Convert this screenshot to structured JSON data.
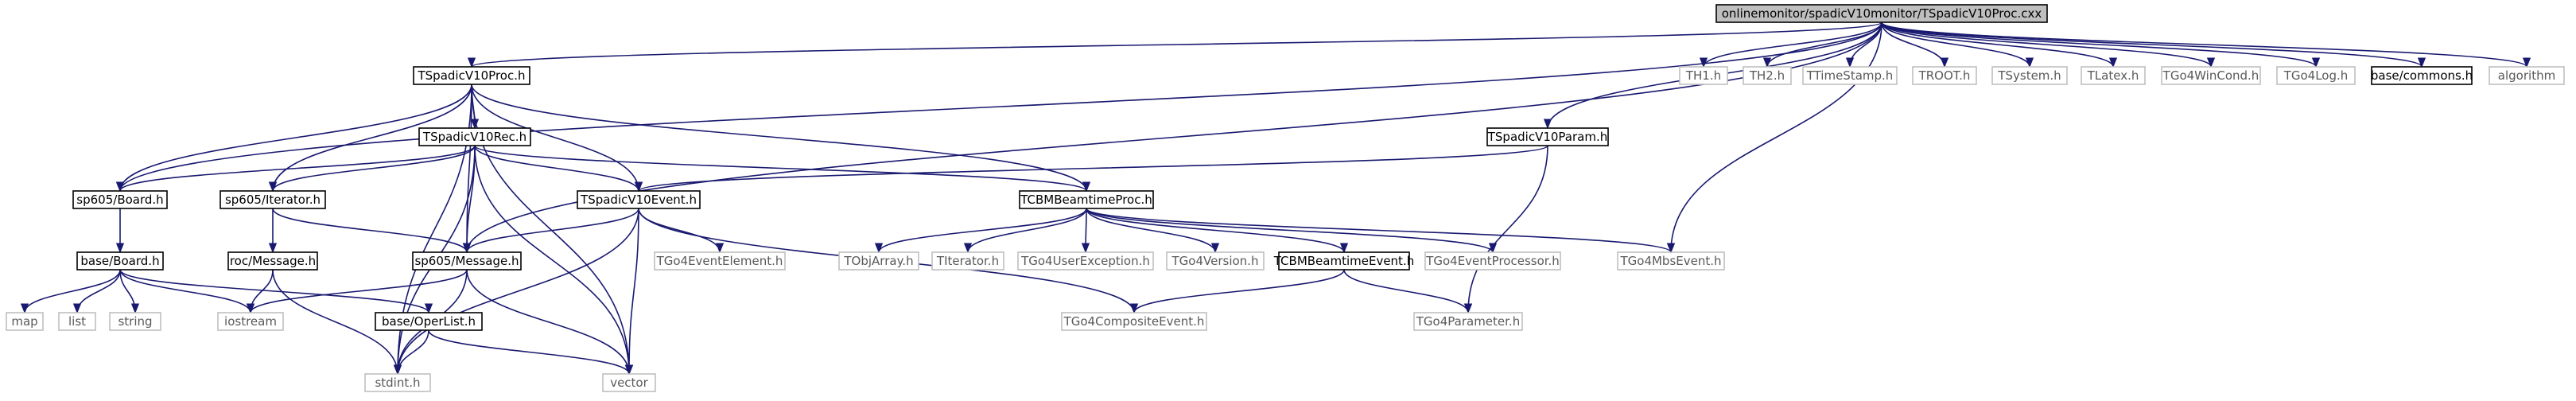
{
  "diagram": {
    "colors": {
      "edge": "#191970",
      "root_fill": "#bfbfbf",
      "node_border_strong": "#000000",
      "node_border_weak": "#bfbfbf",
      "text_strong": "#000000",
      "text_weak": "#595959"
    },
    "nodes": [
      {
        "id": "root",
        "label": "onlinemonitor/spadicV10monitor/TSpadicV10Proc.cxx",
        "style": "root"
      },
      {
        "id": "proc_h",
        "label": "TSpadicV10Proc.h",
        "style": "strong"
      },
      {
        "id": "th1",
        "label": "TH1.h",
        "style": "weak"
      },
      {
        "id": "th2",
        "label": "TH2.h",
        "style": "weak"
      },
      {
        "id": "ttimestamp",
        "label": "TTimeStamp.h",
        "style": "weak"
      },
      {
        "id": "troot",
        "label": "TROOT.h",
        "style": "weak"
      },
      {
        "id": "tsystem",
        "label": "TSystem.h",
        "style": "weak"
      },
      {
        "id": "tlatex",
        "label": "TLatex.h",
        "style": "weak"
      },
      {
        "id": "tgo4wincond",
        "label": "TGo4WinCond.h",
        "style": "weak"
      },
      {
        "id": "tgo4log",
        "label": "TGo4Log.h",
        "style": "weak"
      },
      {
        "id": "commons",
        "label": "base/commons.h",
        "style": "strong"
      },
      {
        "id": "algorithm",
        "label": "algorithm",
        "style": "weak"
      },
      {
        "id": "rec_h",
        "label": "TSpadicV10Rec.h",
        "style": "strong"
      },
      {
        "id": "param_h",
        "label": "TSpadicV10Param.h",
        "style": "strong"
      },
      {
        "id": "board_sp",
        "label": "sp605/Board.h",
        "style": "strong"
      },
      {
        "id": "iter_sp",
        "label": "sp605/Iterator.h",
        "style": "strong"
      },
      {
        "id": "event_h",
        "label": "TSpadicV10Event.h",
        "style": "strong"
      },
      {
        "id": "cbm_proc",
        "label": "TCBMBeamtimeProc.h",
        "style": "strong"
      },
      {
        "id": "base_board",
        "label": "base/Board.h",
        "style": "strong"
      },
      {
        "id": "roc_msg",
        "label": "roc/Message.h",
        "style": "strong"
      },
      {
        "id": "sp_msg",
        "label": "sp605/Message.h",
        "style": "strong"
      },
      {
        "id": "tgo4evtel",
        "label": "TGo4EventElement.h",
        "style": "weak"
      },
      {
        "id": "tobjarray",
        "label": "TObjArray.h",
        "style": "weak"
      },
      {
        "id": "titerator",
        "label": "TIterator.h",
        "style": "weak"
      },
      {
        "id": "tgo4userexc",
        "label": "TGo4UserException.h",
        "style": "weak"
      },
      {
        "id": "tgo4version",
        "label": "TGo4Version.h",
        "style": "weak"
      },
      {
        "id": "cbm_event",
        "label": "TCBMBeamtimeEvent.h",
        "style": "strong"
      },
      {
        "id": "tgo4evproc",
        "label": "TGo4EventProcessor.h",
        "style": "weak"
      },
      {
        "id": "tgo4mbs",
        "label": "TGo4MbsEvent.h",
        "style": "weak"
      },
      {
        "id": "map",
        "label": "map",
        "style": "weak"
      },
      {
        "id": "list",
        "label": "list",
        "style": "weak"
      },
      {
        "id": "string",
        "label": "string",
        "style": "weak"
      },
      {
        "id": "iostream",
        "label": "iostream",
        "style": "weak"
      },
      {
        "id": "operlist",
        "label": "base/OperList.h",
        "style": "strong"
      },
      {
        "id": "tgo4composite",
        "label": "TGo4CompositeEvent.h",
        "style": "weak"
      },
      {
        "id": "tgo4param",
        "label": "TGo4Parameter.h",
        "style": "weak"
      },
      {
        "id": "stdint",
        "label": "stdint.h",
        "style": "weak"
      },
      {
        "id": "vector",
        "label": "vector",
        "style": "weak"
      }
    ],
    "edges": [
      [
        "root",
        "proc_h"
      ],
      [
        "root",
        "th1"
      ],
      [
        "root",
        "th2"
      ],
      [
        "root",
        "ttimestamp"
      ],
      [
        "root",
        "troot"
      ],
      [
        "root",
        "tsystem"
      ],
      [
        "root",
        "tlatex"
      ],
      [
        "root",
        "tgo4wincond"
      ],
      [
        "root",
        "tgo4log"
      ],
      [
        "root",
        "commons"
      ],
      [
        "root",
        "algorithm"
      ],
      [
        "root",
        "param_h"
      ],
      [
        "root",
        "tgo4mbs"
      ],
      [
        "root",
        "board_sp"
      ],
      [
        "root",
        "sp_msg"
      ],
      [
        "proc_h",
        "rec_h"
      ],
      [
        "proc_h",
        "board_sp"
      ],
      [
        "proc_h",
        "iter_sp"
      ],
      [
        "proc_h",
        "sp_msg"
      ],
      [
        "proc_h",
        "event_h"
      ],
      [
        "proc_h",
        "cbm_proc"
      ],
      [
        "proc_h",
        "stdint"
      ],
      [
        "proc_h",
        "vector"
      ],
      [
        "rec_h",
        "board_sp"
      ],
      [
        "rec_h",
        "iter_sp"
      ],
      [
        "rec_h",
        "sp_msg"
      ],
      [
        "rec_h",
        "event_h"
      ],
      [
        "rec_h",
        "cbm_proc"
      ],
      [
        "rec_h",
        "stdint"
      ],
      [
        "rec_h",
        "vector"
      ],
      [
        "param_h",
        "event_h"
      ],
      [
        "param_h",
        "tgo4param"
      ],
      [
        "board_sp",
        "base_board"
      ],
      [
        "base_board",
        "map"
      ],
      [
        "base_board",
        "list"
      ],
      [
        "base_board",
        "string"
      ],
      [
        "base_board",
        "iostream"
      ],
      [
        "base_board",
        "operlist"
      ],
      [
        "iter_sp",
        "roc_msg"
      ],
      [
        "iter_sp",
        "sp_msg"
      ],
      [
        "roc_msg",
        "iostream"
      ],
      [
        "roc_msg",
        "stdint"
      ],
      [
        "sp_msg",
        "iostream"
      ],
      [
        "sp_msg",
        "stdint"
      ],
      [
        "sp_msg",
        "vector"
      ],
      [
        "event_h",
        "sp_msg"
      ],
      [
        "event_h",
        "tgo4evtel"
      ],
      [
        "event_h",
        "tgo4composite"
      ],
      [
        "event_h",
        "stdint"
      ],
      [
        "event_h",
        "vector"
      ],
      [
        "cbm_proc",
        "tobjarray"
      ],
      [
        "cbm_proc",
        "titerator"
      ],
      [
        "cbm_proc",
        "tgo4userexc"
      ],
      [
        "cbm_proc",
        "tgo4version"
      ],
      [
        "cbm_proc",
        "cbm_event"
      ],
      [
        "cbm_proc",
        "tgo4evproc"
      ],
      [
        "cbm_proc",
        "tgo4mbs"
      ],
      [
        "cbm_event",
        "tgo4composite"
      ],
      [
        "cbm_event",
        "tgo4param"
      ],
      [
        "operlist",
        "stdint"
      ],
      [
        "operlist",
        "vector"
      ]
    ]
  }
}
